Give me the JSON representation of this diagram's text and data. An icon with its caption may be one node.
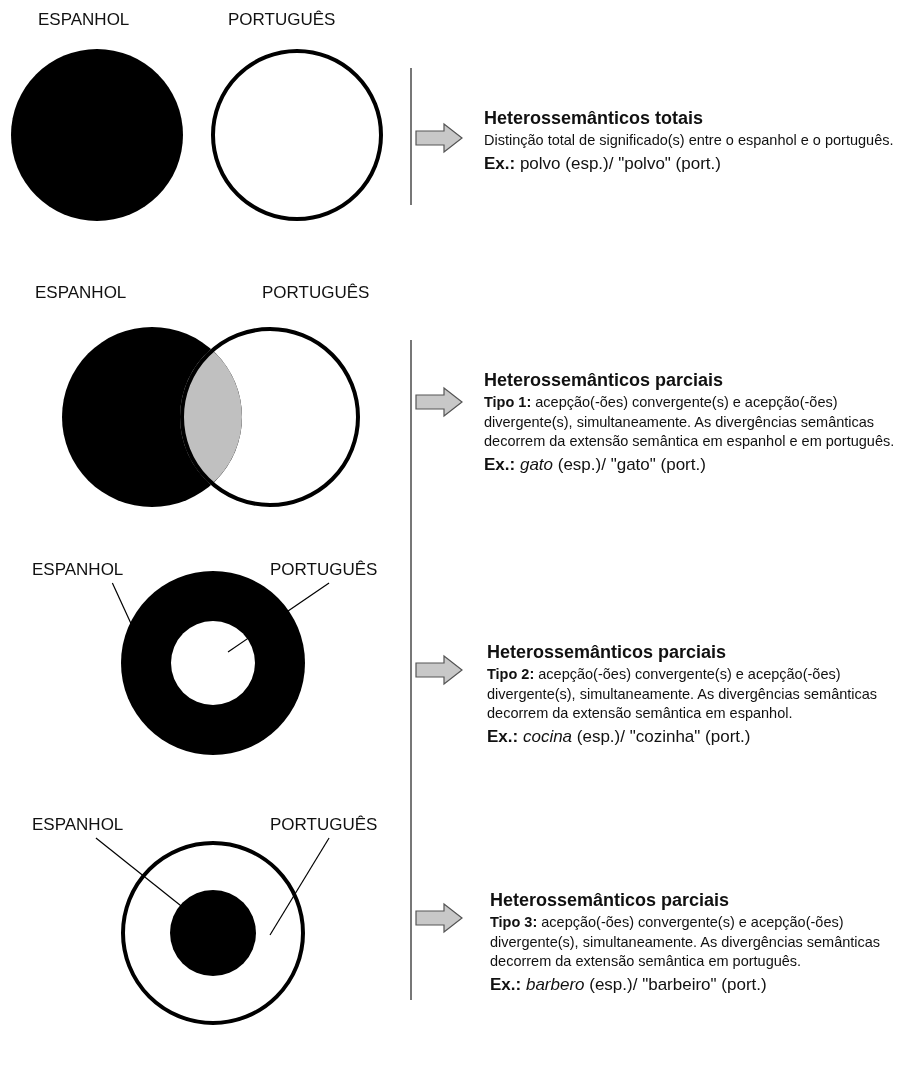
{
  "diagram": {
    "nodes": [
      {
        "text": [],
        "shape": "circle"
      },
      {
        "text": [],
        "shape": "circle"
      },
      {
        "text": [
          "Heterossemânticos totais",
          "Distinção total de significado(s) entre o espanhol e o português.",
          "**Ex.:** polvo (esp.)/ \"polvo\" (port.)"
        ]
      },
      {
        "text": [],
        "shape": "circle"
      },
      {
        "text": [],
        "shape": "circle"
      },
      {
        "text": [],
        "shape": "lens"
      },
      {
        "text": [
          "Heterossemânticos parciais",
          "**Tipo 1:** acepção(-ões) convergente(s) e acepção(-ões) divergente(s), simultaneamente. As divergências semânticas decorrem da extensão semântica em espanhol e em português.",
          "**Ex.:** *gato* (esp.)/ \"gato\" (port.)"
        ]
      },
      {
        "text": [
          "ESPANHOL"
        ]
      },
      {
        "text": [
          "PORTUGUÊS"
        ]
      },
      {
        "text": [],
        "shape": "circle"
      },
      {
        "text": [],
        "shape": "circle",
        "in": 9
      },
      {
        "text": [
          "Heterossemânticos parciais",
          "**Tipo 2:** acepção(-ões) convergente(s) e acepção(-ões) divergente(s), simultaneamente. As divergências semânticas decorrem da extensão semântica em espanhol.",
          "**Ex.:** *cocina* (esp.)/ \"cozinha\" (port.)"
        ]
      },
      {
        "text": [
          "ESPANHOL"
        ]
      },
      {
        "text": [
          "PORTUGUÊS"
        ]
      },
      {
        "text": [],
        "shape": "circle"
      },
      {
        "text": [],
        "shape": "circle",
        "in": 14
      },
      {
        "text": [
          "Heterossemânticos parciais",
          "**Tipo 3:** acepção(-ões) convergente(s) e acepção(-ões) divergente(s), simultaneamente. As divergências semânticas decorrem da extensão semântica em português.",
          "**Ex.:** *barbero* (esp.)/ \"barbeiro\" (port.)"
        ]
      }
    ],
    "edges": [
      {
        "from": null,
        "to": 2,
        "arrow": "to"
      },
      {
        "from": null,
        "to": 6,
        "arrow": "to"
      },
      {
        "from": 7,
        "to": 9,
        "arrow": "none"
      },
      {
        "from": 8,
        "to": 10,
        "arrow": "none"
      },
      {
        "from": null,
        "to": 11,
        "arrow": "to"
      },
      {
        "from": 12,
        "to": 15,
        "arrow": "none"
      },
      {
        "from": 13,
        "to": 14,
        "arrow": "none"
      },
      {
        "from": null,
        "to": 16,
        "arrow": "to"
      }
    ],
    "labels": [
      "ESPANHOL",
      "PORTUGUÊS",
      "ESPANHOL",
      "PORTUGUÊS"
    ]
  }
}
